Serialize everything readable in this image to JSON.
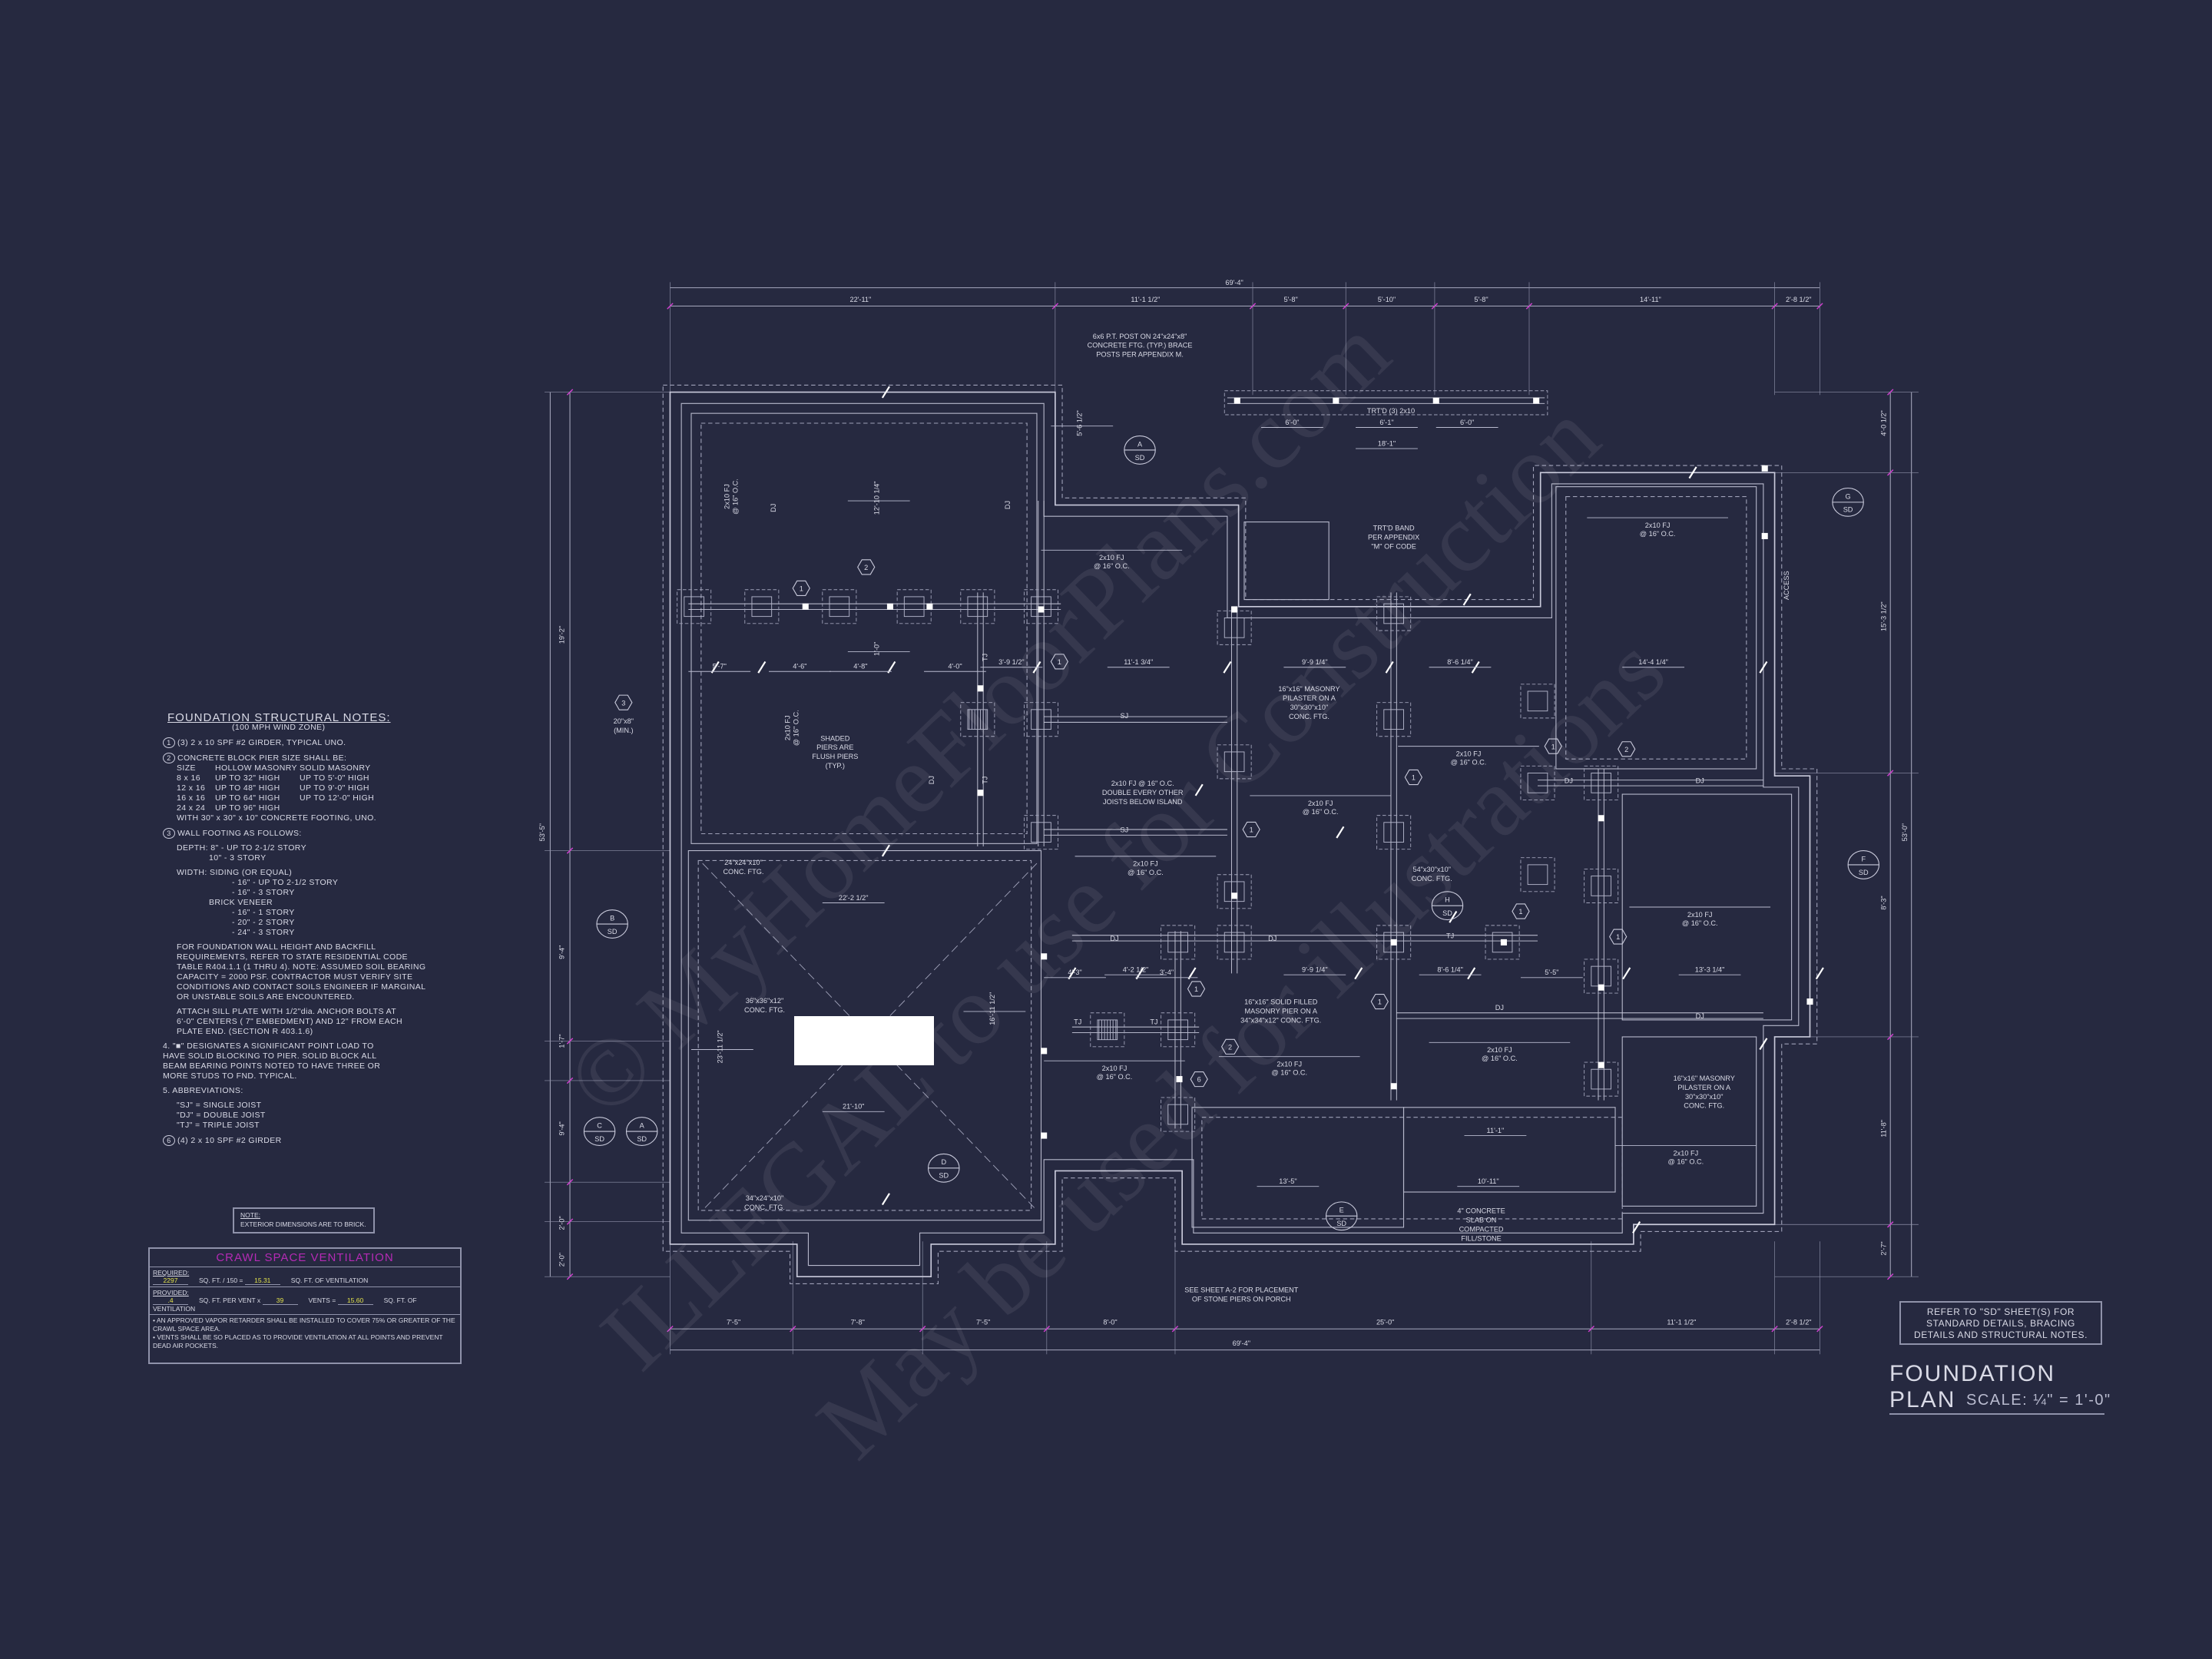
{
  "colors": {
    "background": "#262940",
    "linework": "#c9cadb",
    "dimension_tick": "#d040d0",
    "ventilation_title": "#b52ab5",
    "vent_values": "#e4e44a"
  },
  "watermark": [
    "© MyHomeFloorPlans.com",
    "ILLEGAL to use for Construction",
    "May be used for illustrations"
  ],
  "title": {
    "name": "FOUNDATION PLAN",
    "scale": "SCALE: ¼\" = 1'-0\""
  },
  "refer_note": [
    "REFER TO \"SD\" SHEET(S) FOR",
    "STANDARD DETAILS, BRACING",
    "DETAILS AND STRUCTURAL NOTES."
  ],
  "exterior_note": {
    "heading": "NOTE:",
    "text": "EXTERIOR DIMENSIONS ARE TO BRICK."
  },
  "structural_notes": {
    "title": "FOUNDATION STRUCTURAL NOTES:",
    "subtitle": "(100 MPH WIND ZONE)",
    "n1_tag": "1",
    "n1": "(3) 2 x 10 SPF #2 GIRDER, TYPICAL UNO.",
    "n2_tag": "2",
    "n2": "CONCRETE BLOCK PIER SIZE SHALL BE:",
    "pier_table": {
      "headers": [
        "SIZE",
        "HOLLOW MASONRY",
        "SOLID MASONRY"
      ],
      "rows": [
        [
          "8 x 16",
          "UP TO 32\" HIGH",
          "UP TO 5'-0\" HIGH"
        ],
        [
          "12 x 16",
          "UP TO 48\" HIGH",
          "UP TO 9'-0\" HIGH"
        ],
        [
          "16 x 16",
          "UP TO 64\" HIGH",
          "UP TO 12'-0\" HIGH"
        ],
        [
          "24 x 24",
          "UP TO 96\" HIGH",
          ""
        ]
      ]
    },
    "n2_footing": "WITH 30\" x 30\" x 10\" CONCRETE FOOTING, UNO.",
    "n3_tag": "3",
    "n3": "WALL FOOTING AS FOLLOWS:",
    "depth": [
      "DEPTH:  8\" - UP TO 2-1/2 STORY",
      "10\" - 3 STORY"
    ],
    "width": [
      "WIDTH:  SIDING (OR EQUAL)",
      "- 16\" - UP TO 2-1/2 STORY",
      "- 16\" - 3 STORY",
      "BRICK VENEER",
      "- 16\" - 1 STORY",
      "- 20\" - 2 STORY",
      "- 24\" - 3 STORY"
    ],
    "para1": "FOR FOUNDATION WALL HEIGHT AND BACKFILL REQUIREMENTS, REFER TO STATE RESIDENTIAL CODE TABLE R404.1.1 (1 THRU 4). NOTE: ASSUMED SOIL BEARING CAPACITY = 2000 PSF. CONTRACTOR MUST VERIFY SITE CONDITIONS AND CONTACT SOILS ENGINEER IF MARGINAL OR UNSTABLE SOILS ARE ENCOUNTERED.",
    "para2": "ATTACH SILL PLATE WITH 1/2\"dia. ANCHOR BOLTS AT 6'-0\" CENTERS ( 7\" EMBEDMENT) AND 12\" FROM EACH PLATE END. (SECTION R 403.1.6)",
    "n4": "4. \"■\" DESIGNATES A SIGNIFICANT POINT LOAD TO HAVE SOLID BLOCKING TO PIER. SOLID BLOCK ALL BEAM BEARING POINTS NOTED TO HAVE THREE OR MORE STUDS TO FND. TYPICAL.",
    "n5": "5. ABBREVIATIONS:",
    "abbrev": [
      "\"SJ\" = SINGLE JOIST",
      "\"DJ\" = DOUBLE JOIST",
      "\"TJ\" = TRIPLE JOIST"
    ],
    "n6_tag": "6",
    "n6": "(4) 2 x 10 SPF #2 GIRDER"
  },
  "crawl_space": {
    "title": "CRAWL SPACE VENTILATION",
    "required_label": "REQUIRED:",
    "required_area": "2297",
    "required_mid": "SQ. FT. / 150 =",
    "required_vent": "15.31",
    "required_end": "SQ. FT. OF VENTILATION",
    "provided_label": "PROVIDED:",
    "per_vent": ".4",
    "per_vent_text": "SQ. FT. PER VENT x",
    "vents": "39",
    "vents_text": "VENTS =",
    "provided_vent": "15.60",
    "provided_end": "SQ. FT. OF VENTILATION",
    "bullets": [
      "AN APPROVED VAPOR RETARDER SHALL BE INSTALLED TO COVER 75% OR GREATER OF THE CRAWL SPACE AREA.",
      "VENTS SHALL BE SO PLACED AS TO PROVIDE VENTILATION AT ALL POINTS AND PREVENT DEAD AIR POCKETS."
    ]
  },
  "dimensions": {
    "top_overall": "69'-4\"",
    "top": [
      "22'-11\"",
      "11'-1 1/2\"",
      "5'-8\"",
      "5'-10\"",
      "5'-8\"",
      "14'-11\"",
      "2'-8 1/2\""
    ],
    "bottom": [
      "7'-5\"",
      "7'-8\"",
      "7'-5\"",
      "8'-0\"",
      "25'-0\"",
      "11'-1 1/2\"",
      "2'-8 1/2\""
    ],
    "bottom_overall": "69'-4\"",
    "left": [
      "19'-2\"",
      "53'-5\"",
      "9'-4\"",
      "1'-7\"",
      "9'-4\"",
      "2'-0\"",
      "2'-0\""
    ],
    "right": [
      "4'-0 1/2\"",
      "15'-3 1/2\"",
      "53'-0\"",
      "8'-3\"",
      "11'-8\"",
      "2'-7\""
    ],
    "interior": [
      "6'-0\"",
      "6'-1\"",
      "6'-0\"",
      "18'-1\"",
      "5'-7\"",
      "4'-6\"",
      "4'-8\"",
      "4'-0\"",
      "3'-9 1/2\"",
      "11'-1 3/4\"",
      "9'-9 1/4\"",
      "8'-6 1/4\"",
      "14'-4 1/4\"",
      "4'-3\"",
      "4'-2 1/2\"",
      "3'-4\"",
      "9'-9 1/4\"",
      "8'-6 1/4\"",
      "5'-5\"",
      "13'-3 1/4\"",
      "22'-2 1/2\"",
      "21'-10\"",
      "11'-1\"",
      "10'-11\"",
      "13'-5\"",
      "12'-10 1/4\"",
      "1'-0\"",
      "23'-11 1/2\"",
      "16'-11 1/2\"",
      "5'-6 1/2\""
    ]
  },
  "annotations": [
    [
      "6x6 P.T. POST ON 24\"x24\"x8\"",
      "CONCRETE FTG. (TYP.) BRACE",
      "POSTS PER APPENDIX M."
    ],
    [
      "TRT'D (3) 2x10"
    ],
    [
      "TRT'D BAND",
      "PER APPENDIX",
      "\"M\" OF CODE"
    ],
    [
      "16\"x16\" MASONRY",
      "PILASTER ON A",
      "30\"x30\"x10\"",
      "CONC. FTG."
    ],
    [
      "SHADED",
      "PIERS ARE",
      "FLUSH PIERS",
      "(TYP.)"
    ],
    [
      "2x10 FJ @ 16\" O.C.",
      "DOUBLE EVERY OTHER",
      "JOISTS BELOW ISLAND"
    ],
    [
      "54\"x30\"x10\"",
      "CONC. FTG."
    ],
    [
      "16\"x16\" SOLID FILLED",
      "MASONRY PIER ON A",
      "34\"x34\"x12\" CONC. FTG."
    ],
    [
      "16\"x16\" MASONRY",
      "PILASTER ON A",
      "30\"x30\"x10\"",
      "CONC. FTG."
    ],
    [
      "4\" CONCRETE",
      "SLAB ON",
      "COMPACTED",
      "FILL/STONE"
    ],
    [
      "SEE SHEET A-2 FOR PLACEMENT",
      "OF STONE PIERS ON PORCH"
    ],
    [
      "24\"x24\"x10\"",
      "CONC. FTG."
    ],
    [
      "36\"x36\"x12\"",
      "CONC. FTG."
    ],
    [
      "34\"x24\"x10\"",
      "CONC. FTG."
    ],
    [
      "20\"x8\"",
      "(MIN.)"
    ],
    [
      "ACCESS"
    ]
  ],
  "joist_label": [
    "2x10 FJ",
    "@ 16\" O.C."
  ],
  "joist_abbrev": [
    "DJ",
    "DJ",
    "DJ",
    "DJ",
    "DJ",
    "DJ",
    "DJ",
    "DJ",
    "DJ",
    "SJ",
    "SJ",
    "TJ",
    "TJ",
    "TJ",
    "TJ",
    "TJ"
  ],
  "section_bubbles": [
    [
      "A",
      "SD"
    ],
    [
      "B",
      "SD"
    ],
    [
      "C",
      "SD"
    ],
    [
      "A",
      "SD"
    ],
    [
      "D",
      "SD"
    ],
    [
      "E",
      "SD"
    ],
    [
      "F",
      "SD"
    ],
    [
      "G",
      "SD"
    ],
    [
      "H",
      "SD"
    ]
  ],
  "hex_tags": [
    "1",
    "2",
    "1",
    "3",
    "1",
    "2",
    "1",
    "1",
    "1",
    "1",
    "1",
    "1",
    "2",
    "6"
  ]
}
